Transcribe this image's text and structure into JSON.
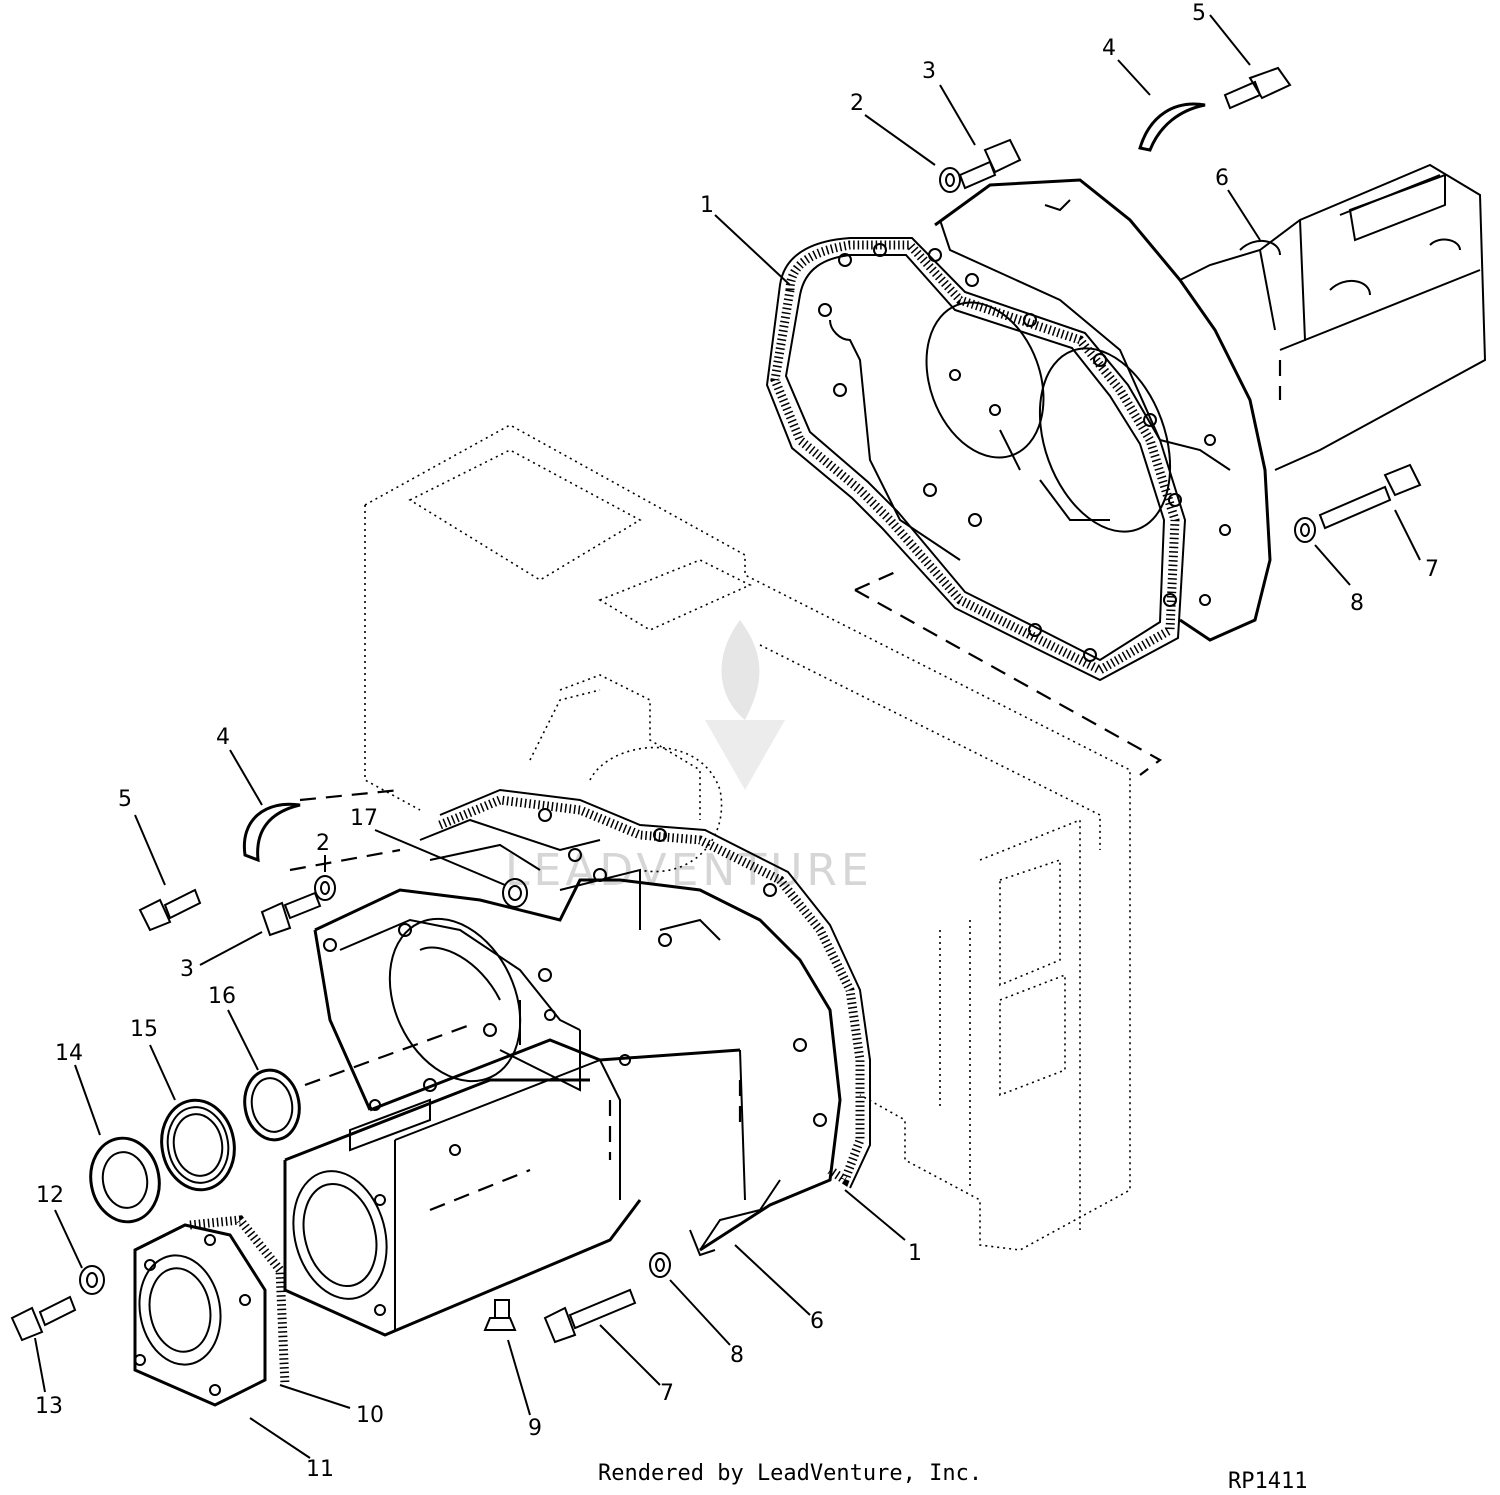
{
  "callouts": {
    "top_1": "1",
    "top_2": "2",
    "top_3": "3",
    "top_4": "4",
    "top_5": "5",
    "top_6": "6",
    "top_7": "7",
    "top_8": "8",
    "bot_1": "1",
    "bot_2": "2",
    "bot_3": "3",
    "bot_4": "4",
    "bot_5": "5",
    "bot_6": "6",
    "bot_7": "7",
    "bot_8": "8",
    "bot_9": "9",
    "bot_10": "10",
    "bot_11": "11",
    "bot_12": "12",
    "bot_13": "13",
    "bot_14": "14",
    "bot_15": "15",
    "bot_16": "16",
    "bot_17": "17"
  },
  "watermark": "LEADVENTURE",
  "footer": {
    "credit": "Rendered by LeadVenture, Inc.",
    "figure_id": "RP1411"
  }
}
